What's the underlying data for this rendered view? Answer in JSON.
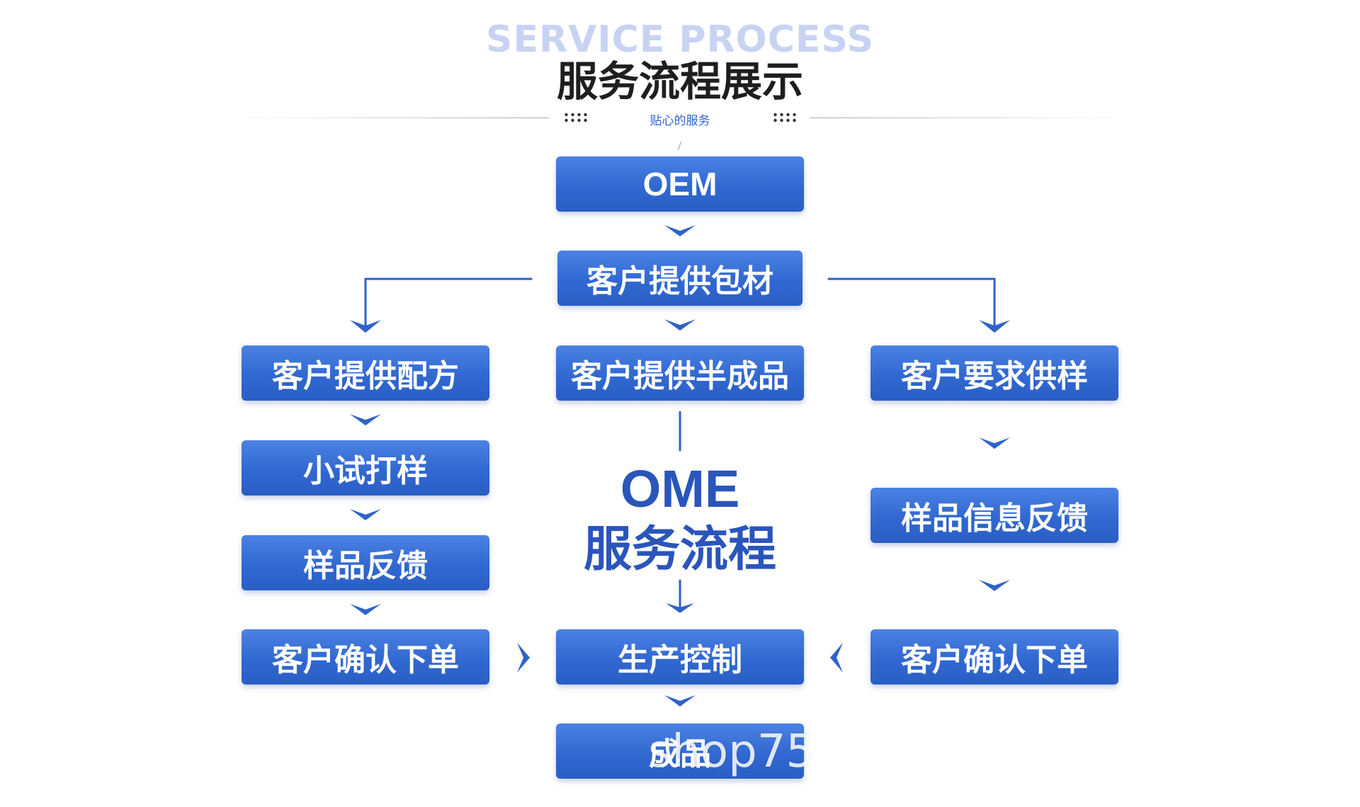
{
  "header": {
    "english_title": "SERVICE PROCESS",
    "chinese_title": "服务流程展示",
    "subtitle": "贴心的服务"
  },
  "center": {
    "title": "OME",
    "subtitle": "服务流程"
  },
  "boxes": {
    "oem": "OEM",
    "packaging": "客户提供包材",
    "formula": "客户提供配方",
    "semi_finished": "客户提供半成品",
    "sample_request": "客户要求供样",
    "trial_sample": "小试打样",
    "sample_feedback": "样品反馈",
    "sample_info_feedback": "样品信息反馈",
    "confirm_order_left": "客户确认下单",
    "production_control": "生产控制",
    "confirm_order_right": "客户确认下单",
    "finished_product": "成品"
  },
  "watermark": "shop75",
  "colors": {
    "box_gradient_top": "#4c82e3",
    "box_gradient_bottom": "#2a5ec5",
    "accent_text": "#2a55bb",
    "arrow": "#2f63c9"
  }
}
